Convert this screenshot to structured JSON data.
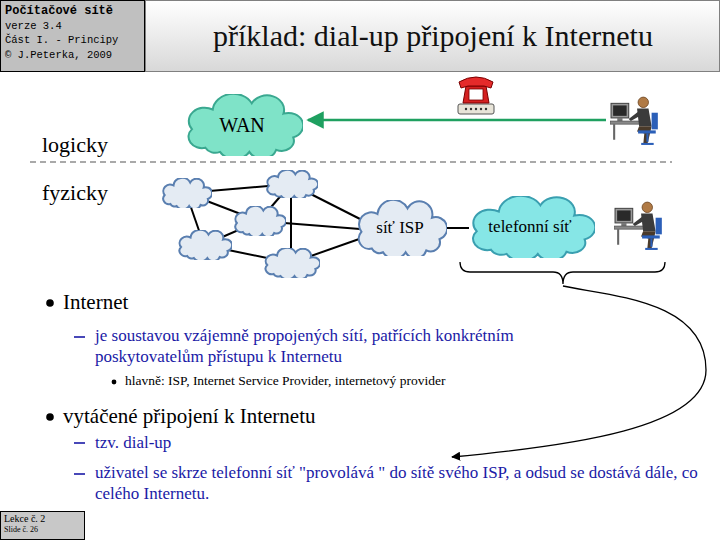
{
  "diagram": {
    "title": "příklad: dial-up připojení k Internetu",
    "nodes": [
      {
        "text": [
          "Počítačové sítě",
          "verze 3.4",
          "Část I. - Principy",
          "© J.Peterka, 2009"
        ]
      },
      {
        "text": [
          "WAN"
        ]
      },
      {
        "text": [
          "síť ISP"
        ]
      },
      {
        "text": [
          "telefonní síť"
        ]
      },
      {
        "text": [
          "Lekce č. 2",
          "Slide č. 26"
        ]
      }
    ],
    "edges": [
      {
        "from": 2,
        "to": 3,
        "arrow": "none"
      }
    ],
    "labels": [
      "logicky",
      "fyzicky",
      "Internet",
      "je soustavou vzájemně propojených sítí, patřících konkrétním poskytovatelům přístupu k Internetu",
      "hlavně: ISP, Internet Service Provider, internetový provider",
      "vytáčené připojení k Internetu",
      "tzv. dial-up",
      "uživatel se skrze telefonní síť \"provolává \" do sítě svého ISP, a odsud se dostává dále, co celého Internetu."
    ]
  }
}
